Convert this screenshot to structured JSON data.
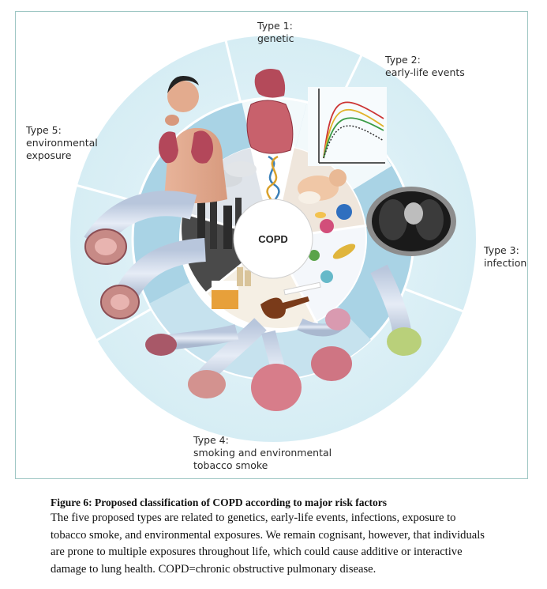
{
  "diagram": {
    "center_label": "COPD",
    "types": [
      {
        "line1": "Type 1:",
        "line2": "genetic"
      },
      {
        "line1": "Type 2:",
        "line2": "early-life events"
      },
      {
        "line1": "Type 3:",
        "line2": "infection"
      },
      {
        "line1": "Type 4:",
        "line2": "smoking and environmental",
        "line3": "tobacco smoke"
      },
      {
        "line1": "Type 5:",
        "line2": "environmental",
        "line3": "exposure"
      }
    ]
  },
  "caption": {
    "title": "Figure 6: Proposed classification of COPD according to major risk factors",
    "body": "The five proposed types are related to genetics, early-life events, infections, exposure to tobacco smoke, and environmental exposures. We remain cognisant, however, that individuals are prone to multiple exposures throughout life, which could cause additive or interactive damage to lung health. COPD=chronic obstructive pulmonary disease."
  }
}
